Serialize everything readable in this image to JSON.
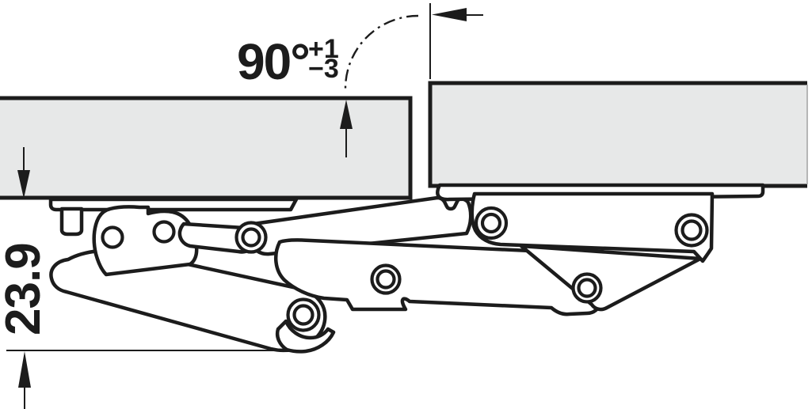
{
  "annotations": {
    "angle": {
      "value": "90°",
      "tolerance_plus": "+1",
      "tolerance_minus": "−3"
    },
    "height_dimension": {
      "value": "23.9"
    }
  },
  "colors": {
    "line": "#1c1c1c",
    "panel_fill": "#e7e8e8",
    "panel_edge_light": "#a6a6a6",
    "background": "#ffffff"
  }
}
